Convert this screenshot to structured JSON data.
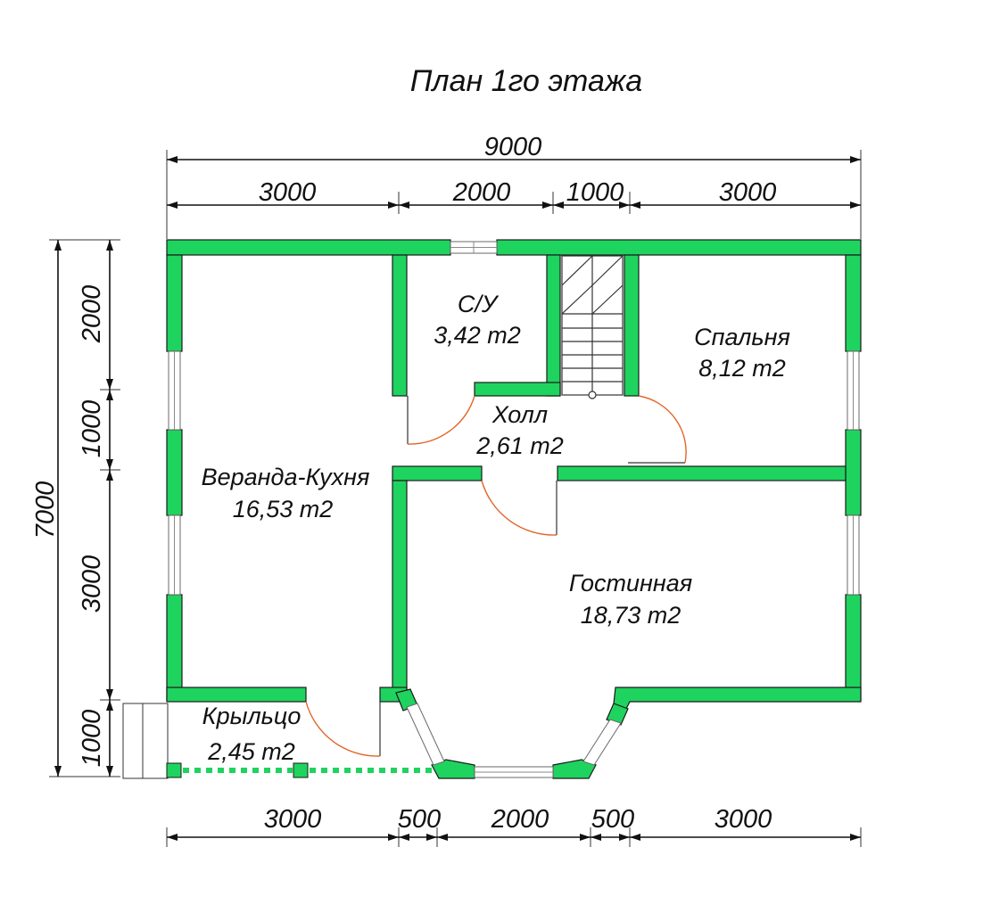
{
  "title": "План 1го этажа",
  "colors": {
    "wall": "#1fd35f",
    "outline": "#1a1a1a",
    "door_swing": "#e0662a",
    "text": "#111111"
  },
  "dimensions": {
    "overall_width": "9000",
    "top_segments": [
      "3000",
      "2000",
      "1000",
      "3000"
    ],
    "bottom_segments": [
      "3000",
      "500",
      "2000",
      "500",
      "3000"
    ],
    "overall_height": "7000",
    "left_segments": [
      "2000",
      "1000",
      "3000",
      "1000"
    ]
  },
  "rooms": [
    {
      "name": "С/У",
      "area": "3,42 m2"
    },
    {
      "name": "Спальня",
      "area": "8,12 m2"
    },
    {
      "name": "Холл",
      "area": "2,61 m2"
    },
    {
      "name": "Веранда-Кухня",
      "area": "16,53 m2"
    },
    {
      "name": "Гостинная",
      "area": "18,73 m2"
    },
    {
      "name": "Крыльцо",
      "area": "2,45 m2"
    }
  ]
}
